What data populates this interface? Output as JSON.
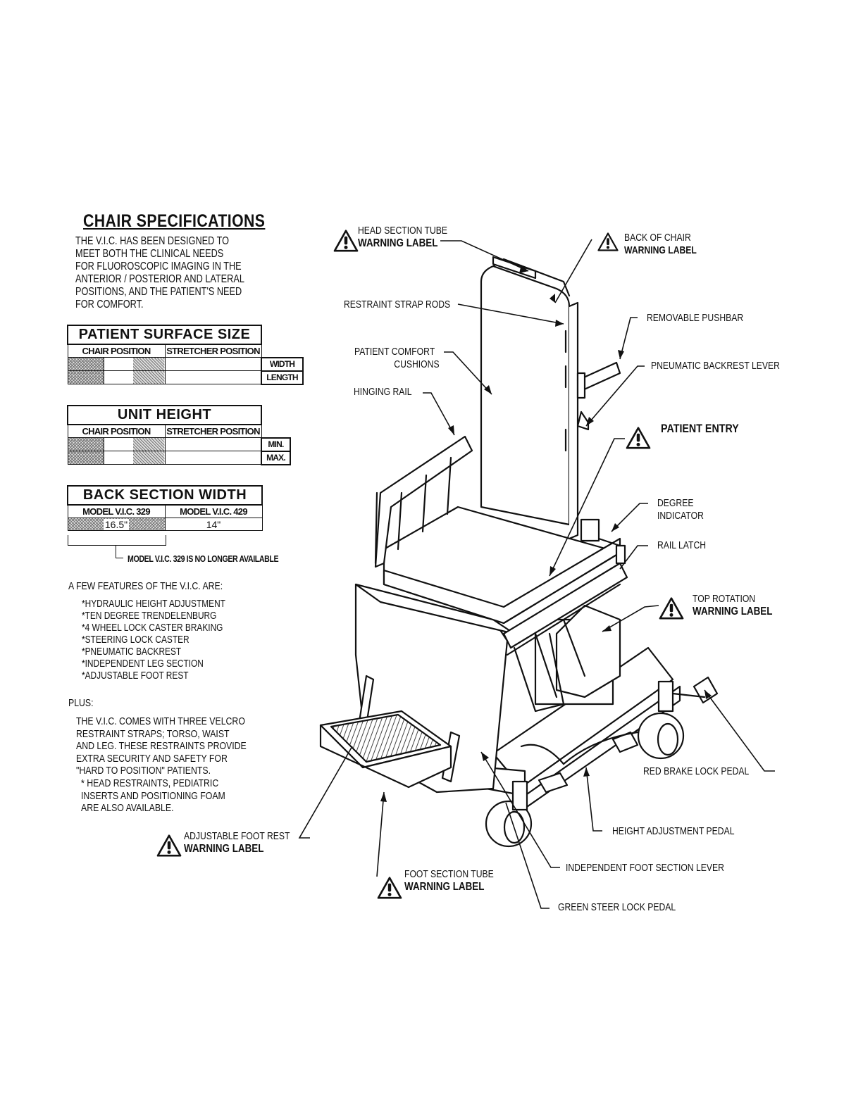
{
  "left": {
    "title": "CHAIR SPECIFICATIONS",
    "intro": [
      "THE V.I.C. HAS BEEN DESIGNED TO",
      "MEET BOTH THE CLINICAL NEEDS",
      "FOR FLUOROSCOPIC IMAGING IN THE",
      "ANTERIOR / POSTERIOR AND LATERAL",
      "POSITIONS, AND THE PATIENT'S NEED",
      "FOR COMFORT."
    ],
    "surface": {
      "title": "PATIENT SURFACE SIZE",
      "col1": "CHAIR POSITION",
      "col2": "STRETCHER POSITION",
      "row1": "WIDTH",
      "row2": "LENGTH"
    },
    "height": {
      "title": "UNIT HEIGHT",
      "col1": "CHAIR POSITION",
      "col2": "STRETCHER POSITION",
      "row1": "MIN.",
      "row2": "MAX."
    },
    "back": {
      "title": "BACK SECTION WIDTH",
      "col1": "MODEL V.I.C. 329",
      "col2": "MODEL V.I.C. 429",
      "val1": "16.5\"",
      "val2": "14\""
    },
    "note": "MODEL V.I.C. 329 IS NO LONGER AVAILABLE",
    "features_intro": "A FEW FEATURES OF THE V.I.C. ARE:",
    "features": [
      "*HYDRAULIC HEIGHT ADJUSTMENT",
      "*TEN DEGREE TRENDELENBURG",
      "*4 WHEEL LOCK CASTER BRAKING",
      "*STEERING LOCK CASTER",
      "*PNEUMATIC BACKREST",
      "*INDEPENDENT LEG SECTION",
      "*ADJUSTABLE FOOT REST"
    ],
    "plus_label": "PLUS:",
    "plus_text": [
      "THE V.I.C. COMES WITH THREE VELCRO",
      "RESTRAINT STRAPS; TORSO, WAIST",
      "AND LEG. THESE RESTRAINTS PROVIDE",
      "EXTRA SECURITY AND SAFETY FOR",
      "\"HARD TO POSITION\" PATIENTS."
    ],
    "plus_note": [
      "* HEAD RESTRAINTS, PEDIATRIC",
      "INSERTS AND POSITIONING FOAM",
      "ARE ALSO AVAILABLE."
    ]
  },
  "callouts": {
    "head_tube_1": "HEAD SECTION TUBE",
    "head_tube_2": "WARNING LABEL",
    "back_chair_1": "BACK OF CHAIR",
    "back_chair_2": "WARNING LABEL",
    "restraint_rods": "RESTRAINT STRAP RODS",
    "pushbar": "REMOVABLE PUSHBAR",
    "comfort_1": "PATIENT COMFORT",
    "comfort_2": "CUSHIONS",
    "backrest_lever": "PNEUMATIC BACKREST LEVER",
    "hinging_rail": "HINGING RAIL",
    "patient_entry": "PATIENT ENTRY",
    "degree_1": "DEGREE",
    "degree_2": "INDICATOR",
    "rail_latch": "RAIL LATCH",
    "top_rot_1": "TOP ROTATION",
    "top_rot_2": "WARNING LABEL",
    "red_brake": "RED BRAKE LOCK PEDAL",
    "height_pedal": "HEIGHT ADJUSTMENT PEDAL",
    "foot_rest_1": "ADJUSTABLE FOOT REST",
    "foot_rest_2": "WARNING LABEL",
    "foot_tube_1": "FOOT SECTION TUBE",
    "foot_tube_2": "WARNING LABEL",
    "indep_lever": "INDEPENDENT FOOT SECTION LEVER",
    "green_steer": "GREEN STEER LOCK PEDAL"
  }
}
